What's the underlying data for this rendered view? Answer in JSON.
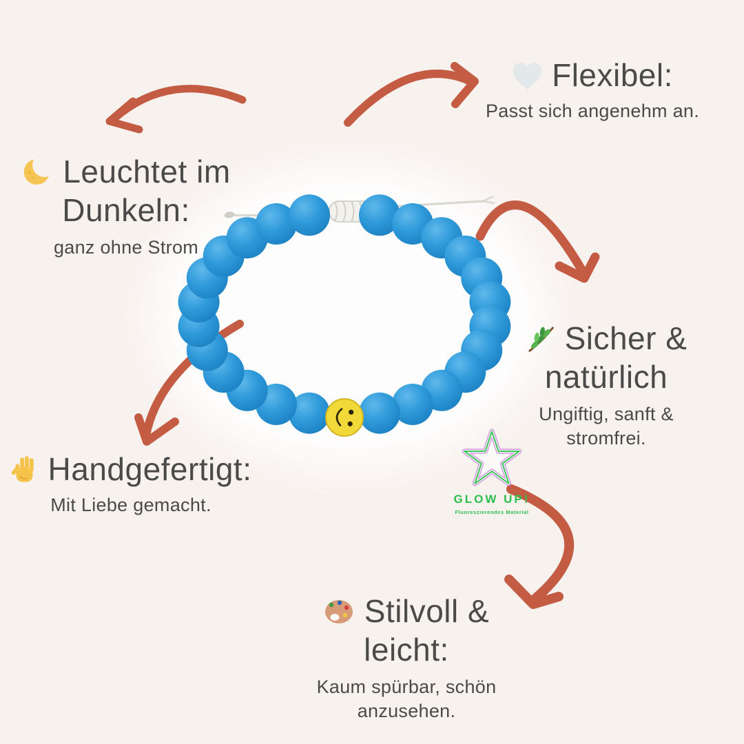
{
  "page": {
    "bg": "#F8F2EF",
    "text_color": "#4A4A48",
    "arrow_color": "#C45C44"
  },
  "features": {
    "flexible": {
      "icon": "white-heart",
      "title": "Flexibel:",
      "desc": "Passt sich angenehm an."
    },
    "glow_in_dark": {
      "icon": "crescent-moon",
      "title_line1": "Leuchtet im",
      "title_line2": "Dunkeln:",
      "desc": "ganz ohne Strom"
    },
    "safe_natural": {
      "icon": "herb",
      "title_line1": "Sicher &",
      "title_line2": "natürlich",
      "desc_line1": "Ungiftig, sanft &",
      "desc_line2": "stromfrei."
    },
    "handmade": {
      "icon": "raised-hand",
      "title": "Handgefertigt:",
      "desc": "Mit Liebe gemacht."
    },
    "stylish_light": {
      "icon": "palette",
      "title_line1": "Stilvoll &",
      "title_line2": "leicht:",
      "desc_line1": "Kaum spürbar, schön",
      "desc_line2": "anzusehen."
    }
  },
  "logo": {
    "brand": "GLOW UP!",
    "tagline": "Fluoreszierendes Material",
    "green": "#2BBE4C",
    "purple": "#C77FD9"
  },
  "product": {
    "bead_count": 24,
    "bead_color_highlight": "#5FB9EC",
    "bead_color_mid": "#2E99D9",
    "bead_color_shadow": "#1B7FC0",
    "smiley_color": "#F2D93A",
    "cord_color": "#D9D9D2"
  }
}
